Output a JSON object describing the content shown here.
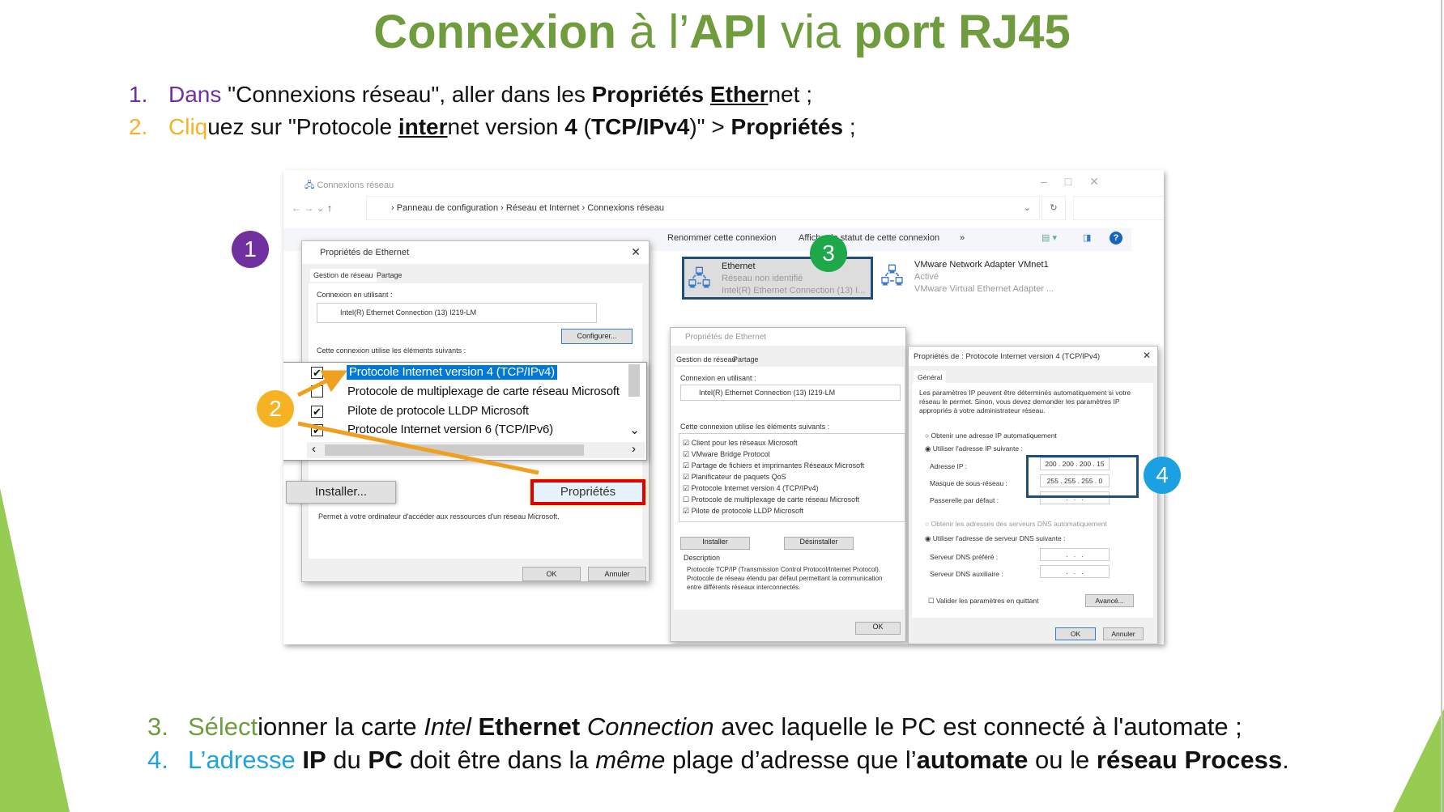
{
  "slide": {
    "title": {
      "p1": "Connexion",
      "p2": " à l’",
      "p3": "API",
      "p4": " via ",
      "p5": "port RJ45"
    },
    "steps_top": [
      {
        "num": "1.",
        "lead": "Dans",
        "rest": " \"Connexions réseau\", aller dans les ",
        "b1": "Propriétés ",
        "u1": "Ether",
        "tail": "net ;"
      },
      {
        "num": "2.",
        "lead": "Cliq",
        "rest": "uez sur \"Protocole ",
        "u1": "inter",
        "mid": "net version ",
        "b1": "4",
        "mid2": " (",
        "b2": "TCP/IPv4",
        "tail": ")\" > ",
        "b3": "Propriétés",
        "end": " ;"
      }
    ],
    "steps_bottom": [
      {
        "num": "3.",
        "lead": "Sélect",
        "rest": "ionner la carte ",
        "i1": "Intel",
        "b1": " Ethernet ",
        "i2": "Connection",
        "tail": " avec laquelle le PC est connecté à l'automate ;"
      },
      {
        "num": "4.",
        "lead": "L’adresse",
        "b1": " IP",
        "t1": " du ",
        "b2": "PC",
        "t2": " doit être dans la ",
        "i1": "même",
        "t3": " plage d’adresse que l’",
        "b3": "automate",
        "t4": " ou le ",
        "b4": "réseau Process",
        "end": "."
      }
    ],
    "badges": [
      "1",
      "2",
      "3",
      "4"
    ],
    "colors": {
      "green": "#6f9c3d",
      "purple": "#7030a0",
      "orange": "#f5b324",
      "blue": "#1fa3e0",
      "badge_purple": "#7030a0",
      "badge_orange": "#f5b324",
      "badge_green": "#1ea84a",
      "badge_blue": "#1ba1e2"
    }
  },
  "explorer": {
    "title": "Connexions réseau",
    "breadcrumb": [
      "Panneau de configuration",
      "Réseau et Internet",
      "Connexions réseau"
    ],
    "toolbar": [
      "Renommer cette connexion",
      "Afficher le statut de cette connexion",
      "»"
    ],
    "adapters": [
      {
        "name": "Ethernet",
        "status": "Réseau non identifié",
        "device": "Intel(R) Ethernet Connection (13) I..."
      },
      {
        "name": "VMware Network Adapter VMnet1",
        "status": "Activé",
        "device": "VMware Virtual Ethernet Adapter ..."
      }
    ]
  },
  "dialog_eth": {
    "title": "Propriétés de Ethernet",
    "tabs": [
      "Gestion de réseau",
      "Partage"
    ],
    "using_label": "Connexion en utilisant :",
    "adapter": "Intel(R) Ethernet Connection (13) I219-LM",
    "configure": "Configurer...",
    "items_label": "Cette connexion utilise les éléments suivants :",
    "items": [
      {
        "label": "Protocole Internet version 4 (TCP/IPv4)",
        "checked": true
      },
      {
        "label": "Protocole de multiplexage de carte réseau Microsoft",
        "checked": false
      },
      {
        "label": "Pilote de protocole LLDP Microsoft",
        "checked": true
      },
      {
        "label": "Protocole Internet version 6 (TCP/IPv6)",
        "checked": true
      }
    ],
    "install": "Installer...",
    "properties": "Propriétés",
    "description": "Permet à votre ordinateur d'accéder aux ressources d'un réseau Microsoft.",
    "ok": "OK",
    "cancel": "Annuler"
  },
  "dialog_eth2": {
    "title": "Propriétés de Ethernet",
    "tabs": [
      "Gestion de réseau",
      "Partage"
    ],
    "using_label": "Connexion en utilisant :",
    "adapter": "Intel(R) Ethernet Connection (13) I219-LM",
    "items_label": "Cette connexion utilise les éléments suivants :",
    "items": [
      {
        "label": "Client pour les réseaux Microsoft",
        "checked": true
      },
      {
        "label": "VMware Bridge Protocol",
        "checked": true
      },
      {
        "label": "Partage de fichiers et imprimantes Réseaux Microsoft",
        "checked": true
      },
      {
        "label": "Planificateur de paquets QoS",
        "checked": true
      },
      {
        "label": "Protocole Internet version 4 (TCP/IPv4)",
        "checked": true
      },
      {
        "label": "Protocole de multiplexage de carte réseau Microsoft",
        "checked": false
      },
      {
        "label": "Pilote de protocole LLDP Microsoft",
        "checked": true
      }
    ],
    "install": "Installer",
    "uninstall": "Désinstaller",
    "description_label": "Description",
    "description": "Protocole TCP/IP (Transmission Control Protocol/Internet Protocol). Protocole de réseau étendu par défaut permettant la communication entre différents réseaux interconnectés.",
    "ok": "OK"
  },
  "dialog_ipv4": {
    "title": "Propriétés de : Protocole Internet version 4 (TCP/IPv4)",
    "tab": "Général",
    "intro": "Les paramètres IP peuvent être déterminés automatiquement si votre réseau le permet. Sinon, vous devez demander les paramètres IP appropriés à votre administrateur réseau.",
    "auto_ip": "Obtenir une adresse IP automatiquement",
    "manual_ip": "Utiliser l'adresse IP suivante :",
    "ip_label": "Adresse IP :",
    "ip": "200 . 200 . 200 . 15",
    "mask_label": "Masque de sous-réseau :",
    "mask": "255 . 255 . 255 . 0",
    "gw_label": "Passerelle par défaut :",
    "gw": " .   .   . ",
    "auto_dns": "Obtenir les adresses des serveurs DNS automatiquement",
    "manual_dns": "Utiliser l'adresse de serveur DNS suivante :",
    "dns1_label": "Serveur DNS préféré :",
    "dns1": " .   .   . ",
    "dns2_label": "Serveur DNS auxiliaire :",
    "dns2": " .   .   . ",
    "validate": "Valider les paramètres en quittant",
    "advanced": "Avancé...",
    "ok": "OK",
    "cancel": "Annuler"
  }
}
